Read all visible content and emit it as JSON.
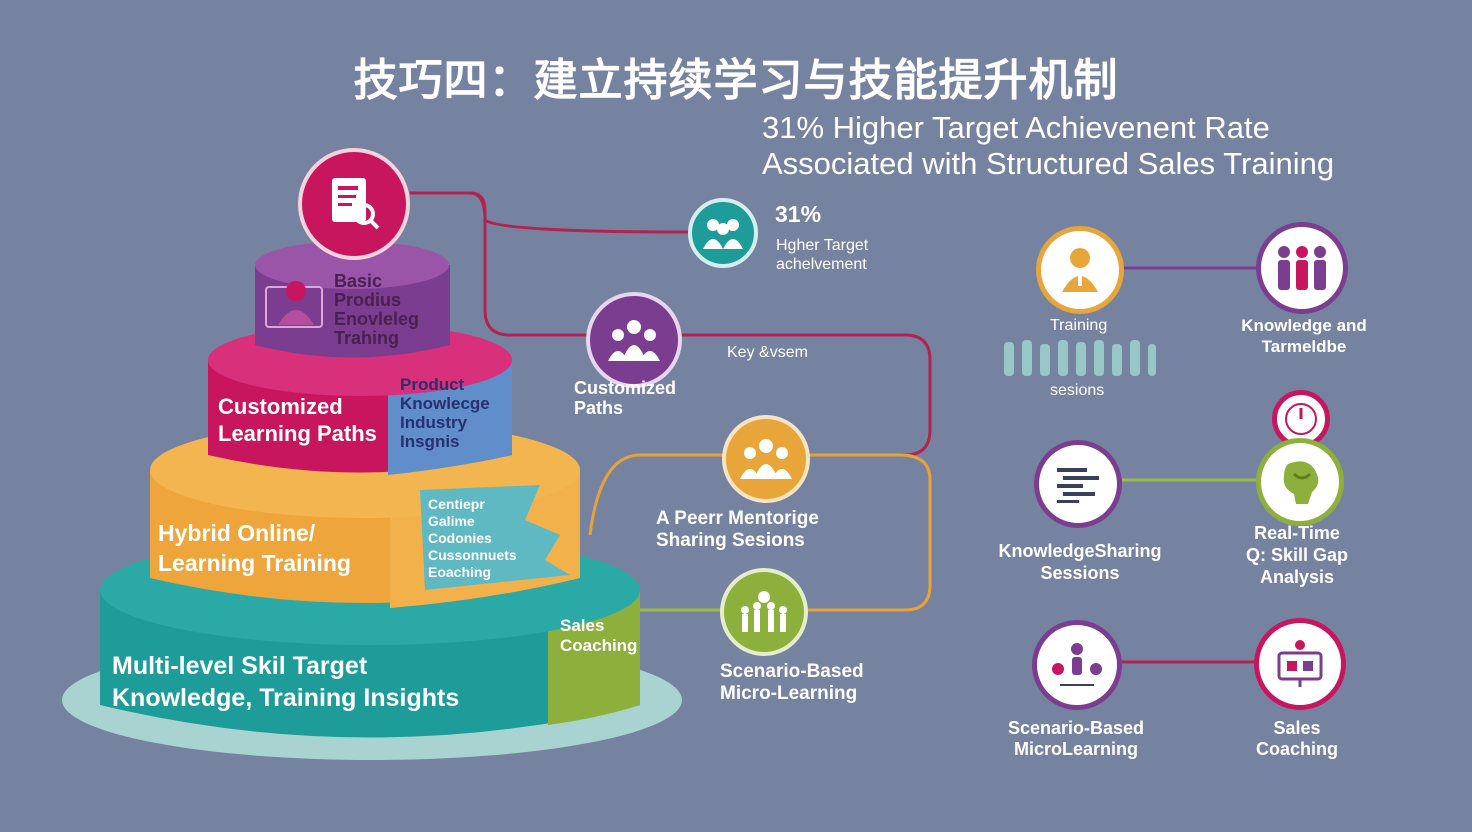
{
  "title": "技巧四：建立持续学习与技能提升机制",
  "headline": {
    "line1": "31% Higher Target Achievenent Rate",
    "line2": "Associated with Structured Sales Training"
  },
  "pyramid": {
    "top_tier": [
      "Basic",
      "Prodius",
      "Enovleleg",
      "Trahing"
    ],
    "tier2": [
      "Customized",
      "Learning Paths"
    ],
    "tier2_side": [
      "Product",
      "Knowlecge",
      "Industry",
      "Insgnis"
    ],
    "tier3": [
      "Hybrid Online/",
      "Learning Training"
    ],
    "tier3_side": [
      "Centiepr",
      "Galime",
      "Codonies",
      "Cussonnuets",
      "Eoaching"
    ],
    "base": [
      "Multi-level Skil Target",
      "Knowledge, Training Insights"
    ],
    "base_side": [
      "Sales",
      "Coaching"
    ]
  },
  "stat": {
    "value": "31%",
    "text_line1": "Hgher Target",
    "text_line2": "achelvement"
  },
  "flow": {
    "customized_paths": [
      "Customized",
      "Paths"
    ],
    "key_system": "Key &vsem",
    "peer_mentoring": [
      "A Peerr Mentorige",
      "Sharing Sesions"
    ],
    "scenario": [
      "Scenario-Based",
      "Micro-Learning"
    ]
  },
  "grid": {
    "training": [
      "Training",
      "sesions"
    ],
    "knowledge_and": [
      "Knowledge and",
      "Tarmeldbe"
    ],
    "knowledge_sharing": [
      "KnowledgeSharing",
      "Sessions"
    ],
    "realtime": [
      "Real-Time",
      "Q: Skill Gap",
      "Analysis"
    ],
    "scenario_micro": [
      "Scenario-Based",
      "MicroLearning"
    ],
    "sales_coaching": [
      "Sales",
      "Coaching"
    ]
  },
  "colors": {
    "background": "#7683a0",
    "magenta": "#c8165e",
    "purple": "#7b3d8f",
    "orange": "#eea53b",
    "teal": "#1e9c9a",
    "green": "#8db03d",
    "gold": "#e8a53a",
    "wire_red": "#b3234f",
    "wire_orange": "#e5a33a",
    "wire_green": "#9bbc45"
  }
}
